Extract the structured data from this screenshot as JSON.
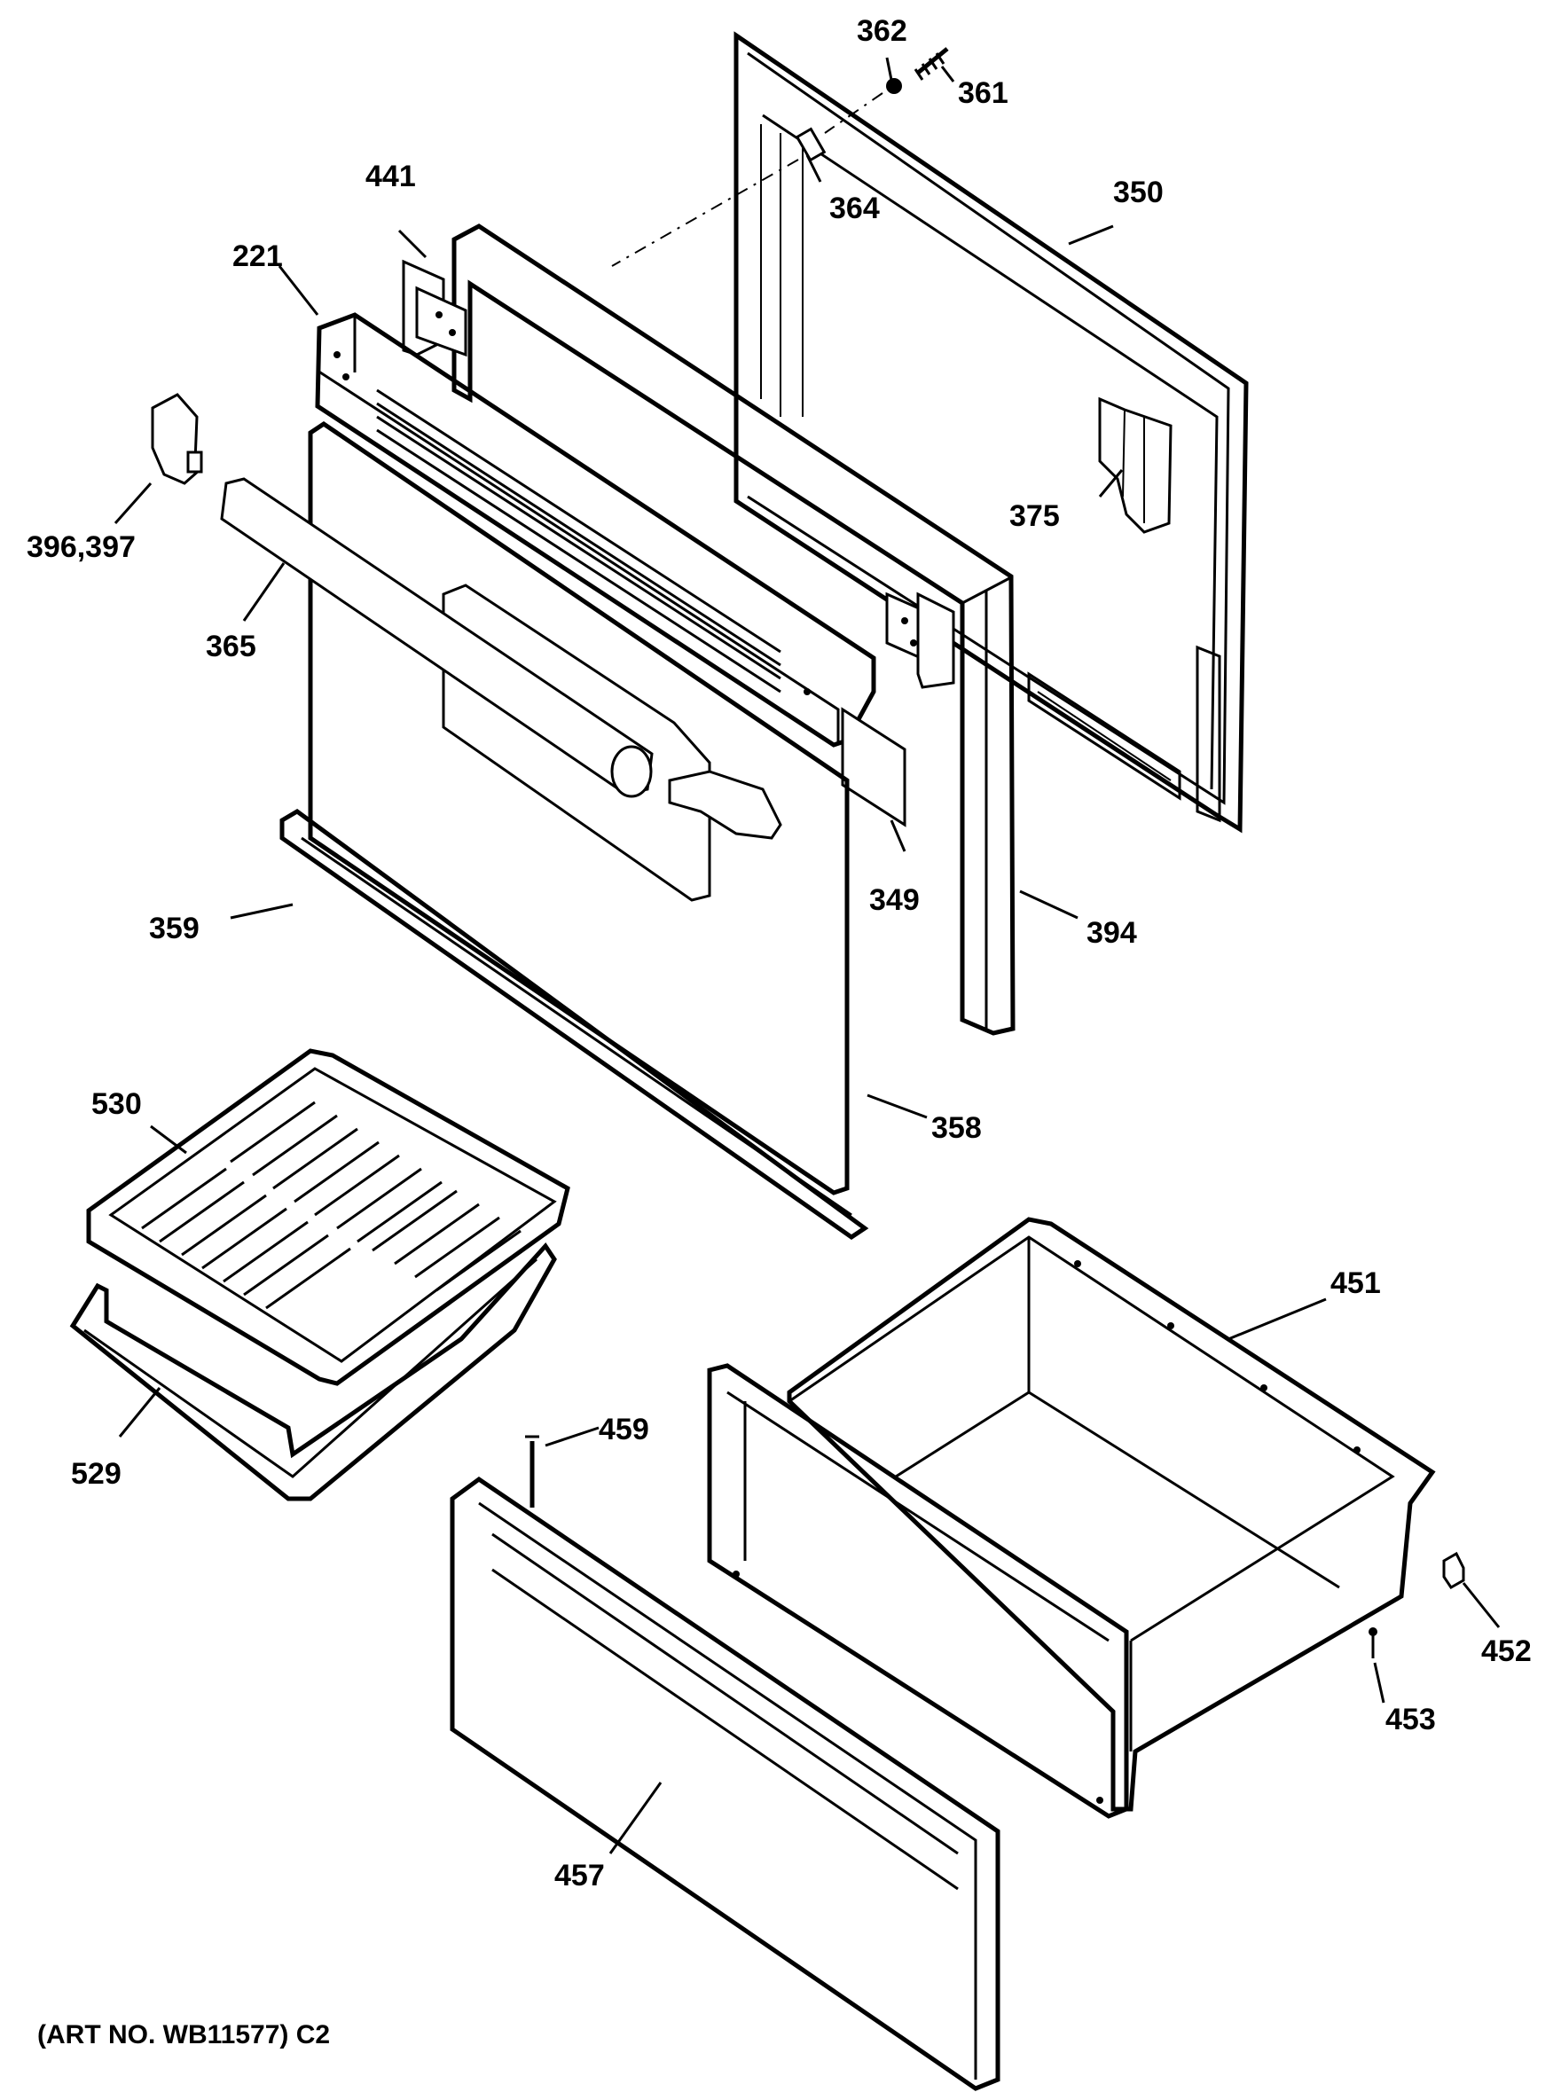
{
  "diagram": {
    "labels": {
      "p362": "362",
      "p361": "361",
      "p364": "364",
      "p350": "350",
      "p441": "441",
      "p221": "221",
      "p396": "396,397",
      "p375": "375",
      "p365": "365",
      "p349": "349",
      "p394": "394",
      "p359": "359",
      "p358": "358",
      "p530": "530",
      "p451": "451",
      "p459": "459",
      "p529": "529",
      "p452": "452",
      "p453": "453",
      "p457": "457"
    },
    "footer": "(ART NO. WB11577) C2"
  }
}
